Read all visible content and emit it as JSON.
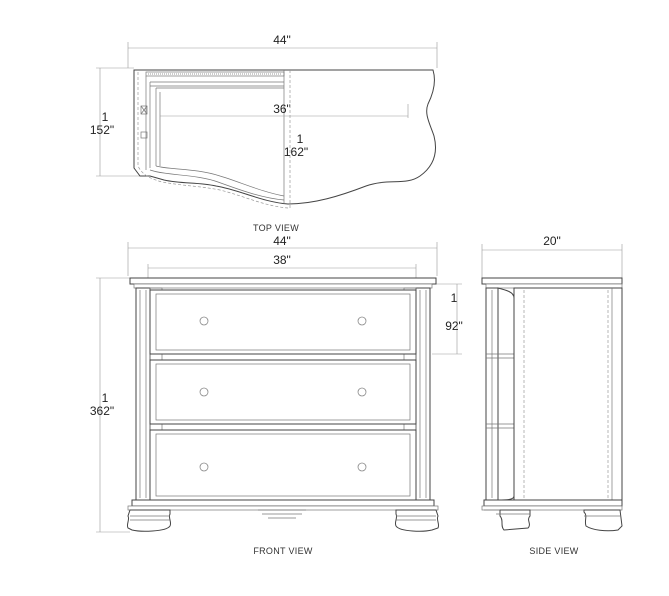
{
  "top_view": {
    "caption": "TOP VIEW",
    "width_label": "44\"",
    "inner_width_label": "36\"",
    "depth_label_line1": "1",
    "depth_label_line2": "152\"",
    "center_depth_line1": "1",
    "center_depth_line2": "162\""
  },
  "front_view": {
    "caption": "FRONT VIEW",
    "width_label": "44\"",
    "inner_width_label": "38\"",
    "drawer_height_line1": "1",
    "drawer_height_line2": "92\"",
    "height_line1": "1",
    "height_line2": "362\""
  },
  "side_view": {
    "caption": "SIDE VIEW",
    "depth_label": "20\""
  }
}
